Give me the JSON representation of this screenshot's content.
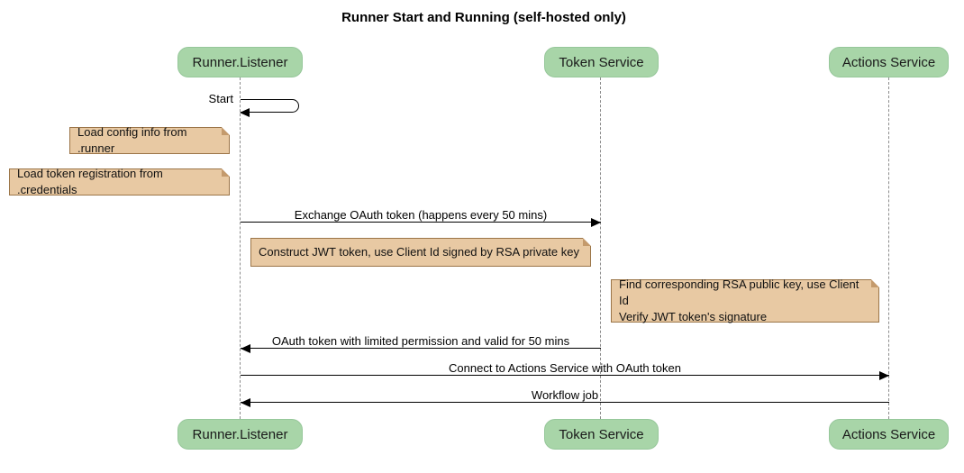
{
  "title": "Runner Start and Running (self-hosted only)",
  "participants": [
    {
      "label": "Runner.Listener"
    },
    {
      "label": "Token Service"
    },
    {
      "label": "Actions Service"
    }
  ],
  "messages": {
    "start": "Start",
    "exchange": "Exchange OAuth token (happens every 50 mins)",
    "oauth_return": "OAuth token with limited permission and valid for 50 mins",
    "connect": "Connect to Actions Service with OAuth token",
    "workflow": "Workflow job"
  },
  "notes": {
    "load_config": "Load config info from .runner",
    "load_token": "Load token registration from .credentials",
    "construct_jwt": "Construct JWT token, use Client Id signed by RSA private key",
    "find_rsa_line1": "Find corresponding RSA public key, use Client Id",
    "find_rsa_line2": "Verify JWT token's signature"
  },
  "colors": {
    "participant_fill": "#A8D5A8",
    "participant_border": "#96C79A",
    "note_fill": "#E8C9A3",
    "note_border": "#9B7548",
    "note_fold": "#C49A6C",
    "lifeline": "#8C8C8C",
    "arrow": "#000000"
  }
}
